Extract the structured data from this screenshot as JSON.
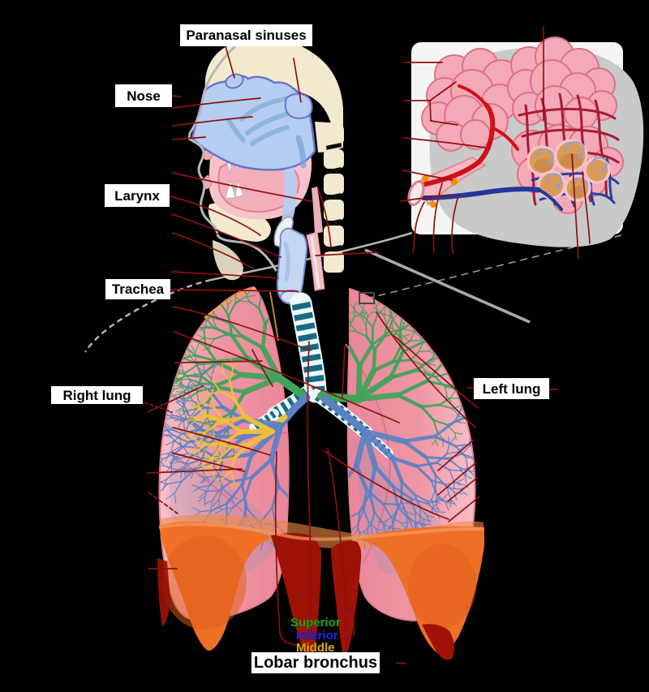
{
  "figure": {
    "name": "Human respiratory system diagram",
    "background": "#000000",
    "inset": "alveoli and capillary close-up",
    "view": "anterior torso with sagittal head section"
  },
  "labels": {
    "paranasal_sinuses": "Paranasal sinuses",
    "nose": "Nose",
    "larynx": "Larynx",
    "trachea": "Trachea",
    "right_lung": "Right lung",
    "left_lung": "Left lung",
    "superior": "Superior",
    "inferior": "Inferior",
    "middle": "Middle",
    "lobar_bronchus": "Lobar bronchus"
  },
  "label_colors": {
    "superior": "#1d9e1d",
    "inferior": "#2323dd",
    "middle": "#d2a315",
    "boxed_text": "#000000",
    "box_background": "#ffffff"
  },
  "palette": {
    "leader_line": "#8e1111",
    "lung_pink": "#ef97a5",
    "bronchi_superior_green": "#3fa35a",
    "bronchi_inferior_blue": "#5d80c4",
    "bronchi_middle_yellow": "#f0c233",
    "trachea_teal": "#176b80",
    "diaphragm_orange": "#ee7027",
    "diaphragm_dark_red": "#9e1207",
    "nasal_cavity_blue": "#b5cdf1",
    "bone_cream": "#f3e9cf",
    "inset_background": "#f5f5f5",
    "inset_shadow": "#c9c9c9",
    "alveoli_pink": "#f4a9b8",
    "capillary_red": "#a61b33",
    "capillary_blue": "#2c3f9f",
    "artery_red": "#cf1016",
    "vein_blue": "#24389b",
    "connector_gray": "#b3b3b3"
  }
}
